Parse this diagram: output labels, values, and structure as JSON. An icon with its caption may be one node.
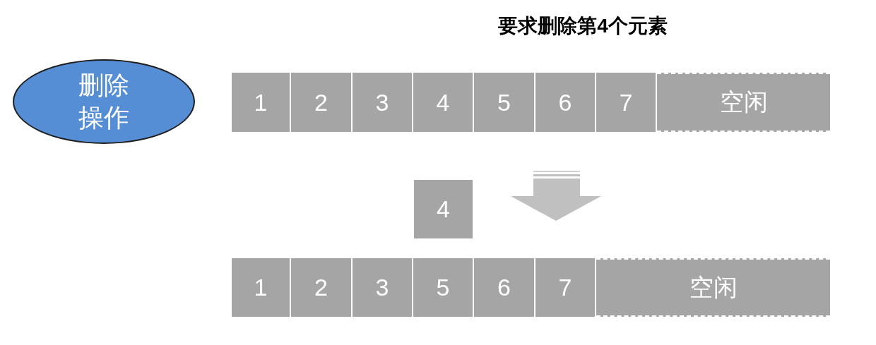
{
  "diagram": {
    "title": "要求删除第4个元素",
    "nodes": [
      {
        "text": [
          "删除操作"
        ]
      },
      {
        "text": [
          "1"
        ]
      },
      {
        "text": [
          "2"
        ]
      },
      {
        "text": [
          "3"
        ]
      },
      {
        "text": [
          "4"
        ]
      },
      {
        "text": [
          "5"
        ]
      },
      {
        "text": [
          "6"
        ]
      },
      {
        "text": [
          "7"
        ]
      },
      {
        "text": [
          "空闲"
        ]
      },
      {
        "text": [
          "4"
        ]
      },
      {
        "text": [
          "1"
        ]
      },
      {
        "text": [
          "2"
        ]
      },
      {
        "text": [
          "3"
        ]
      },
      {
        "text": [
          "5"
        ]
      },
      {
        "text": [
          "6"
        ]
      },
      {
        "text": [
          "7"
        ]
      },
      {
        "text": [
          "空闲"
        ]
      }
    ]
  }
}
